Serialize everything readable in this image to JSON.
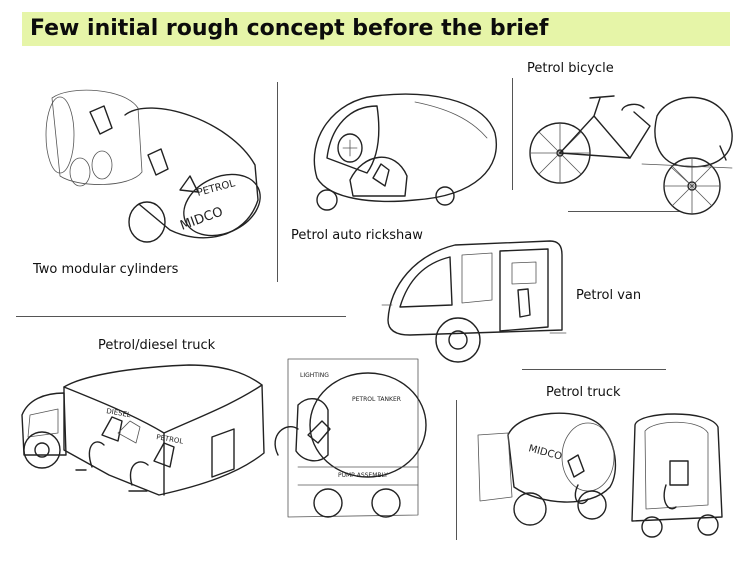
{
  "title": "Few initial rough concept before the brief",
  "captions": {
    "cylinders": "Two modular cylinders",
    "rickshaw": "Petrol auto rickshaw",
    "bicycle": "Petrol bicycle",
    "van": "Petrol van",
    "diesel_truck": "Petrol/diesel truck",
    "truck": "Petrol truck"
  },
  "sketch_text": {
    "cyl_petrol": "PETROL",
    "cyl_brand": "MIDCO",
    "diesel": "DIESEL",
    "petrol_side": "PETROL",
    "petrol_tanker": "PETROL TANKER",
    "lighting": "LIGHTING",
    "pump_assembly": "PUMP ASSEMBLY",
    "tank_brand": "MIDCO"
  }
}
